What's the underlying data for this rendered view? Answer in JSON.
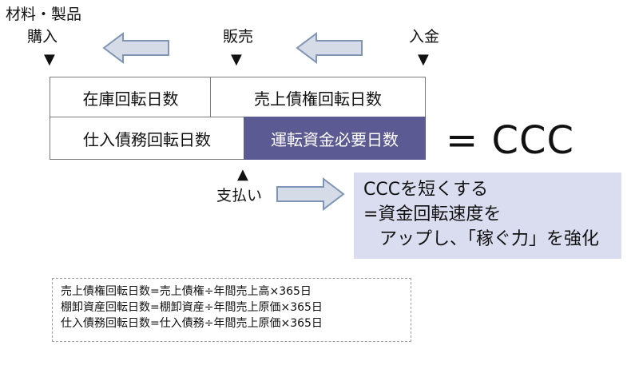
{
  "labels": {
    "materials": "材料・製品",
    "purchase": "購入",
    "sales": "販売",
    "receipt": "入金",
    "payment": "支払い"
  },
  "markers": {
    "down": "▼",
    "up": "▲"
  },
  "table": {
    "inventory_days": "在庫回転日数",
    "receivables_days": "売上債権回転日数",
    "payables_days": "仕入債務回転日数",
    "working_capital_days": "運転資金必要日数"
  },
  "ccc_eq": "= CCC",
  "note": {
    "line1": "CCCを短くする",
    "line2": "=資金回転速度を",
    "line3": "アップし、「稼ぐ力」を強化"
  },
  "formulas": [
    "売上債権回転日数=売上債権÷年間売上高×365日",
    "棚卸資産回転日数=棚卸資産÷年間売上原価×365日",
    "仕入債務回転日数=仕入債務÷年間売上原価×365日"
  ],
  "colors": {
    "dark_cell": "#5c5a92",
    "note_bg": "#d9ddef",
    "arrow_fill": "#d6dbe8",
    "arrow_stroke": "#7f95b5"
  }
}
